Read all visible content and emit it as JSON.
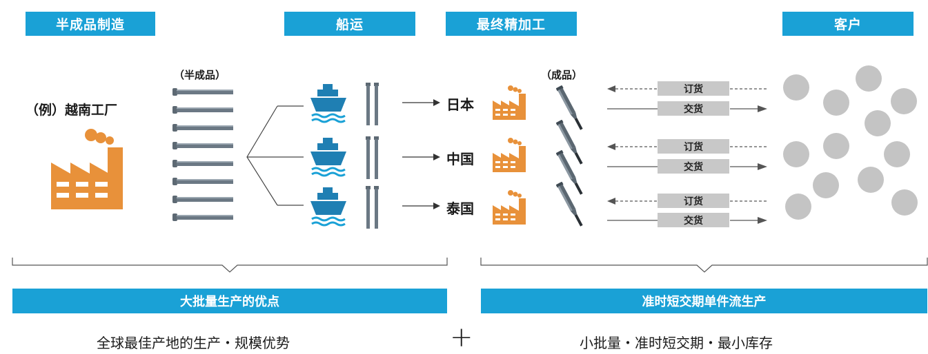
{
  "headers": {
    "semi_mfg": "半成品制造",
    "shipping": "船运",
    "final_process": "最终精加工",
    "customer": "客户"
  },
  "labels": {
    "example_factory": "（例）越南工厂",
    "semi_product": "（半成品）",
    "finished_product": "（成品）"
  },
  "countries": [
    "日本",
    "中国",
    "泰国"
  ],
  "order_label": "订货",
  "delivery_label": "交货",
  "bands": {
    "left": "大批量生产的优点",
    "right": "准时短交期单件流生产"
  },
  "bottom": {
    "left": "全球最佳产地的生产・规模优势",
    "plus": "+",
    "right": "小批量・准时短交期・最小库存"
  },
  "colors": {
    "accent_blue": "#1aa1d6",
    "factory_orange": "#e8913a",
    "ship_blue": "#1f7fb3",
    "rod_gray": "#6b7884",
    "circle_gray": "#c4c4c4"
  }
}
